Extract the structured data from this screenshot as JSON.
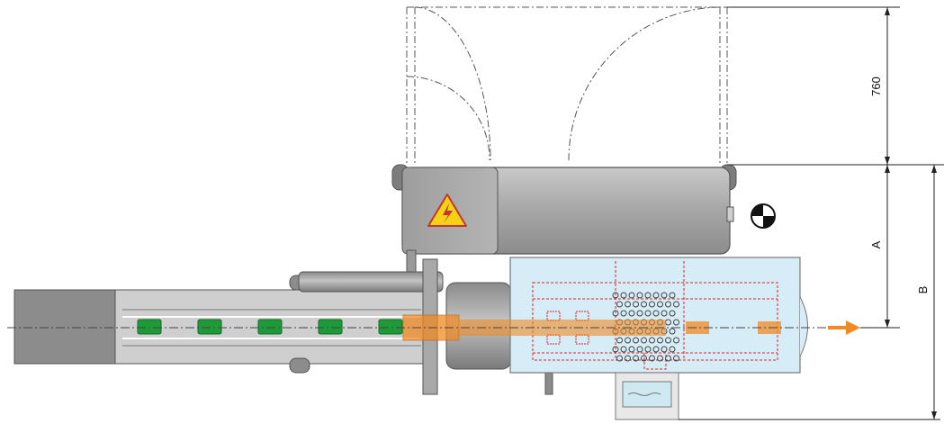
{
  "dimensions": {
    "door_clearance": "760",
    "dim_a": "A",
    "dim_b": "B"
  },
  "icons": {
    "warning": "high-voltage-warning-icon",
    "center_of_gravity": "center-of-gravity-icon",
    "flow_arrow": "flow-arrow-icon"
  },
  "colors": {
    "machine_grey": "#9a9a9a",
    "tunnel_blue": "#d6ecf6",
    "product_orange": "#f08a24",
    "product_green": "#1f9a3a",
    "dashed_red": "#e0262b",
    "warning_yellow": "#f7d117"
  },
  "product_count_on_infeed": 5
}
